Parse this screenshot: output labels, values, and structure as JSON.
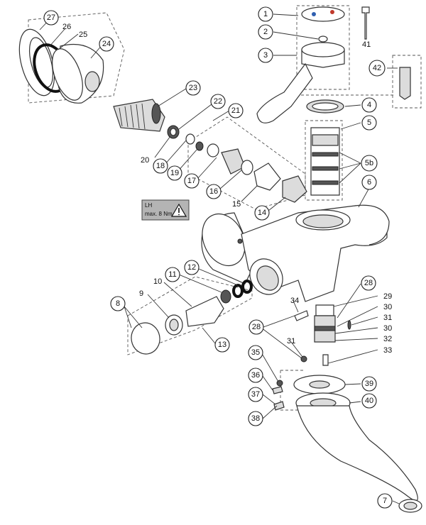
{
  "warning": {
    "line1": "LH",
    "line2": "max. 8 Nm",
    "icon": "warning-triangle-icon"
  },
  "callouts": {
    "c1": "1",
    "c2": "2",
    "c3": "3",
    "c4": "4",
    "c5": "5",
    "c5b": "5b",
    "c6": "6",
    "c7": "7",
    "c8": "8",
    "c9": "9",
    "c10": "10",
    "c11": "11",
    "c12": "12",
    "c13": "13",
    "c14": "14",
    "c15": "15",
    "c16": "16",
    "c17": "17",
    "c18": "18",
    "c19": "19",
    "c20": "20",
    "c21": "21",
    "c22": "22",
    "c23": "23",
    "c24": "24",
    "c25": "25",
    "c26": "26",
    "c27": "27",
    "c28a": "28",
    "c28b": "28",
    "c29": "29",
    "c30a": "30",
    "c30b": "30",
    "c31a": "31",
    "c31b": "31",
    "c32": "32",
    "c33": "33",
    "c34": "34",
    "c35": "35",
    "c36": "36",
    "c37": "37",
    "c38": "38",
    "c39": "39",
    "c40": "40",
    "c41": "41",
    "c42": "42"
  }
}
